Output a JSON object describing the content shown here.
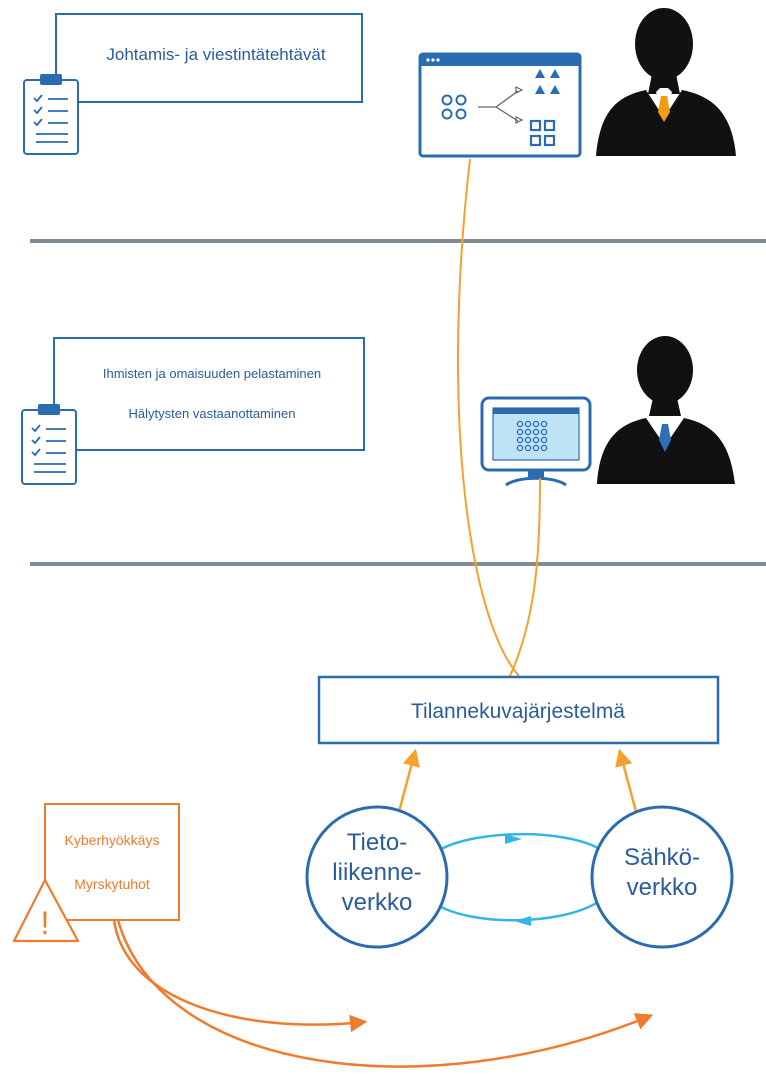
{
  "colors": {
    "blue": "#2b6cb0",
    "light_blue_arrow": "#33b5e5",
    "orange": "#f6a12e",
    "threat_orange": "#ef7b2d",
    "divider": "#7f8c93",
    "silhouette": "#111111",
    "tie_orange": "#f39c12",
    "tie_blue": "#2d6fb8"
  },
  "top_section": {
    "task_label": "Johtamis- ja viestintätehtävät",
    "icons": [
      "clipboard-icon",
      "dashboard-window-icon",
      "manager-silhouette-icon"
    ]
  },
  "middle_section": {
    "task_line_1": "Ihmisten ja omaisuuden pelastaminen",
    "task_line_2": "Hälytysten vastaanottaminen",
    "icons": [
      "clipboard-icon",
      "monitor-icon",
      "operator-silhouette-icon"
    ]
  },
  "system": {
    "label": "Tilannekuvajärjestelmä"
  },
  "threats": {
    "line_1": "Kyberhyökkäys",
    "line_2": "Myrskytuhot",
    "icon": "warning-icon",
    "warning_glyph": "!"
  },
  "networks": {
    "telecom": {
      "line_1": "Tieto-",
      "line_2": "liikenne-",
      "line_3": "verkko"
    },
    "power": {
      "line_1": "Sähkö-",
      "line_2": "verkko"
    }
  }
}
